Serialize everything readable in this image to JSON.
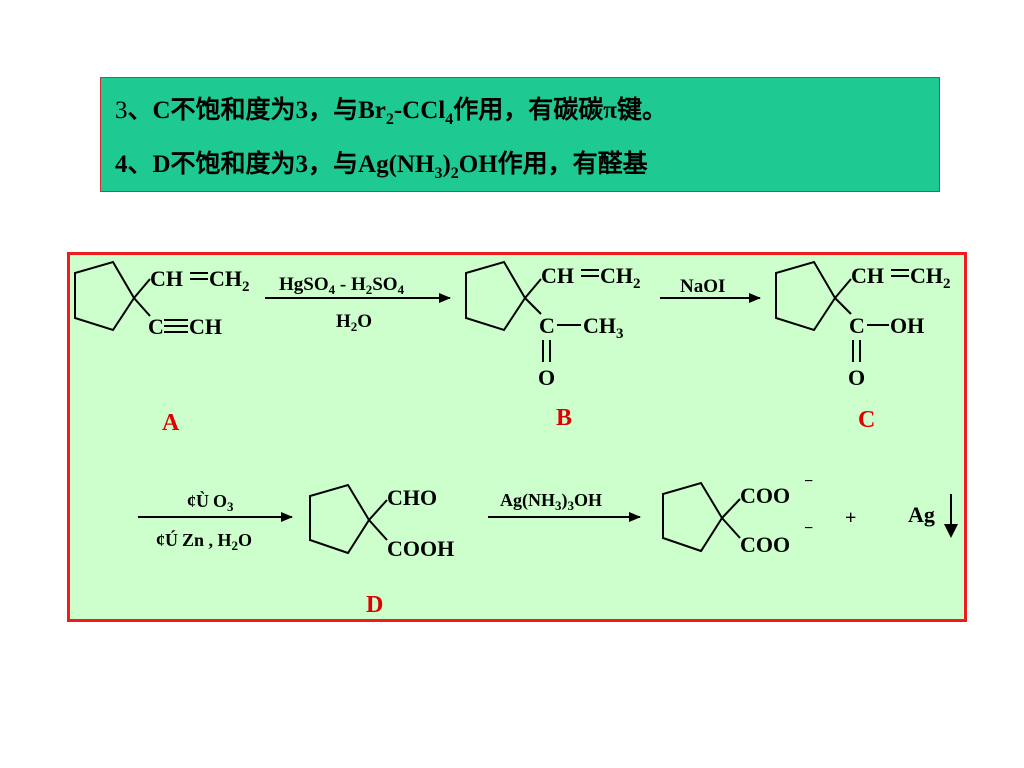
{
  "notes": {
    "line1": {
      "num": "3",
      "text_a": "、C不饱和度为",
      "num_b": "3",
      "text_b": "，与",
      "br": "Br",
      "br_sub": "2",
      "ccl": "-CCl",
      "ccl_sub": "4",
      "text_c": "作用，有碳碳π键。"
    },
    "line2": {
      "text_a": "4、D不饱和度为3，与Ag(NH",
      "sub1": "3",
      "text_b": ")",
      "sub2": "2",
      "text_c": "OH作用，有醛基"
    }
  },
  "scheme": {
    "A": {
      "label": "A",
      "top": "CH",
      "top_tail": "CH",
      "top_sub": "2",
      "bottom": "C",
      "bottom_tail": "CH"
    },
    "step1": {
      "reagent_top": "HgSO",
      "top_s1": "4",
      "top_mid": " - H",
      "top_s2": "2",
      "top_mid2": "SO",
      "top_s3": "4",
      "reagent_bottom": "H",
      "bottom_s": "2",
      "bottom_tail": "O"
    },
    "B": {
      "label": "B",
      "top": "CH",
      "top_tail": "CH",
      "top_sub": "2",
      "c": "C",
      "ch3": "CH",
      "ch3_sub": "3",
      "o": "O"
    },
    "step2": {
      "reagent": "NaOI"
    },
    "C": {
      "label": "C",
      "top": "CH",
      "top_tail": "CH",
      "top_sub": "2",
      "c": "C",
      "oh": "OH",
      "o": "O"
    },
    "step3": {
      "line1_marker": "¢Ù",
      "line1_reagent": "O",
      "line1_sub": "3",
      "line2_marker": "¢Ú",
      "line2_reagent": "Zn , H",
      "line2_sub": "2",
      "line2_tail": "O"
    },
    "D": {
      "label": "D",
      "top": "CHO",
      "bottom": "COOH"
    },
    "step4": {
      "reagent_a": "Ag(NH",
      "sub1": "3",
      "reagent_b": ")",
      "sub2": "3",
      "reagent_c": "OH"
    },
    "product": {
      "top": "COO",
      "bottom": "COO",
      "charge": "−",
      "plus": "+",
      "ag": "Ag"
    }
  }
}
